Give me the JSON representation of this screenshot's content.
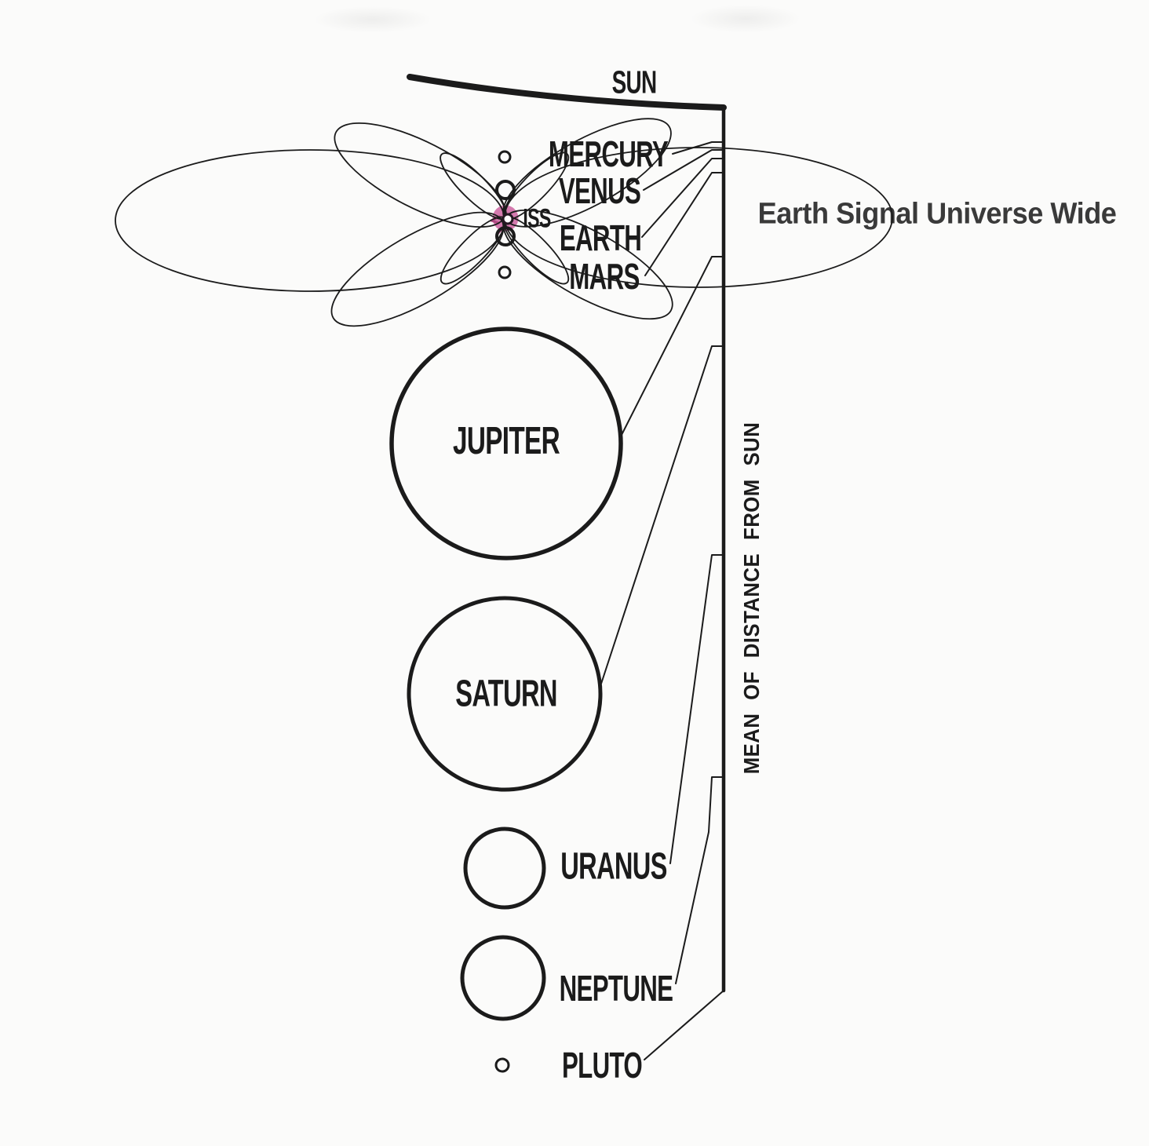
{
  "annotation": "Earth Signal Universe Wide",
  "sun": {
    "label": "SUN"
  },
  "axis": {
    "label": "MEAN OF DISTANCE FROM SUN"
  },
  "antenna": {
    "label": "ISS",
    "location": "Earth orbit"
  },
  "planets": [
    {
      "label": "MERCURY"
    },
    {
      "label": "VENUS"
    },
    {
      "label": "EARTH"
    },
    {
      "label": "MARS"
    },
    {
      "label": "JUPITER"
    },
    {
      "label": "SATURN"
    },
    {
      "label": "URANUS"
    },
    {
      "label": "NEPTUNE"
    },
    {
      "label": "PLUTO"
    }
  ],
  "colors": {
    "ink": "#1b1b1b",
    "annotation_text": "#3a3a3a",
    "signal_pink": "#d06fa7",
    "signal_pink_dark": "#ae4880",
    "background": "#fbfbfa"
  }
}
